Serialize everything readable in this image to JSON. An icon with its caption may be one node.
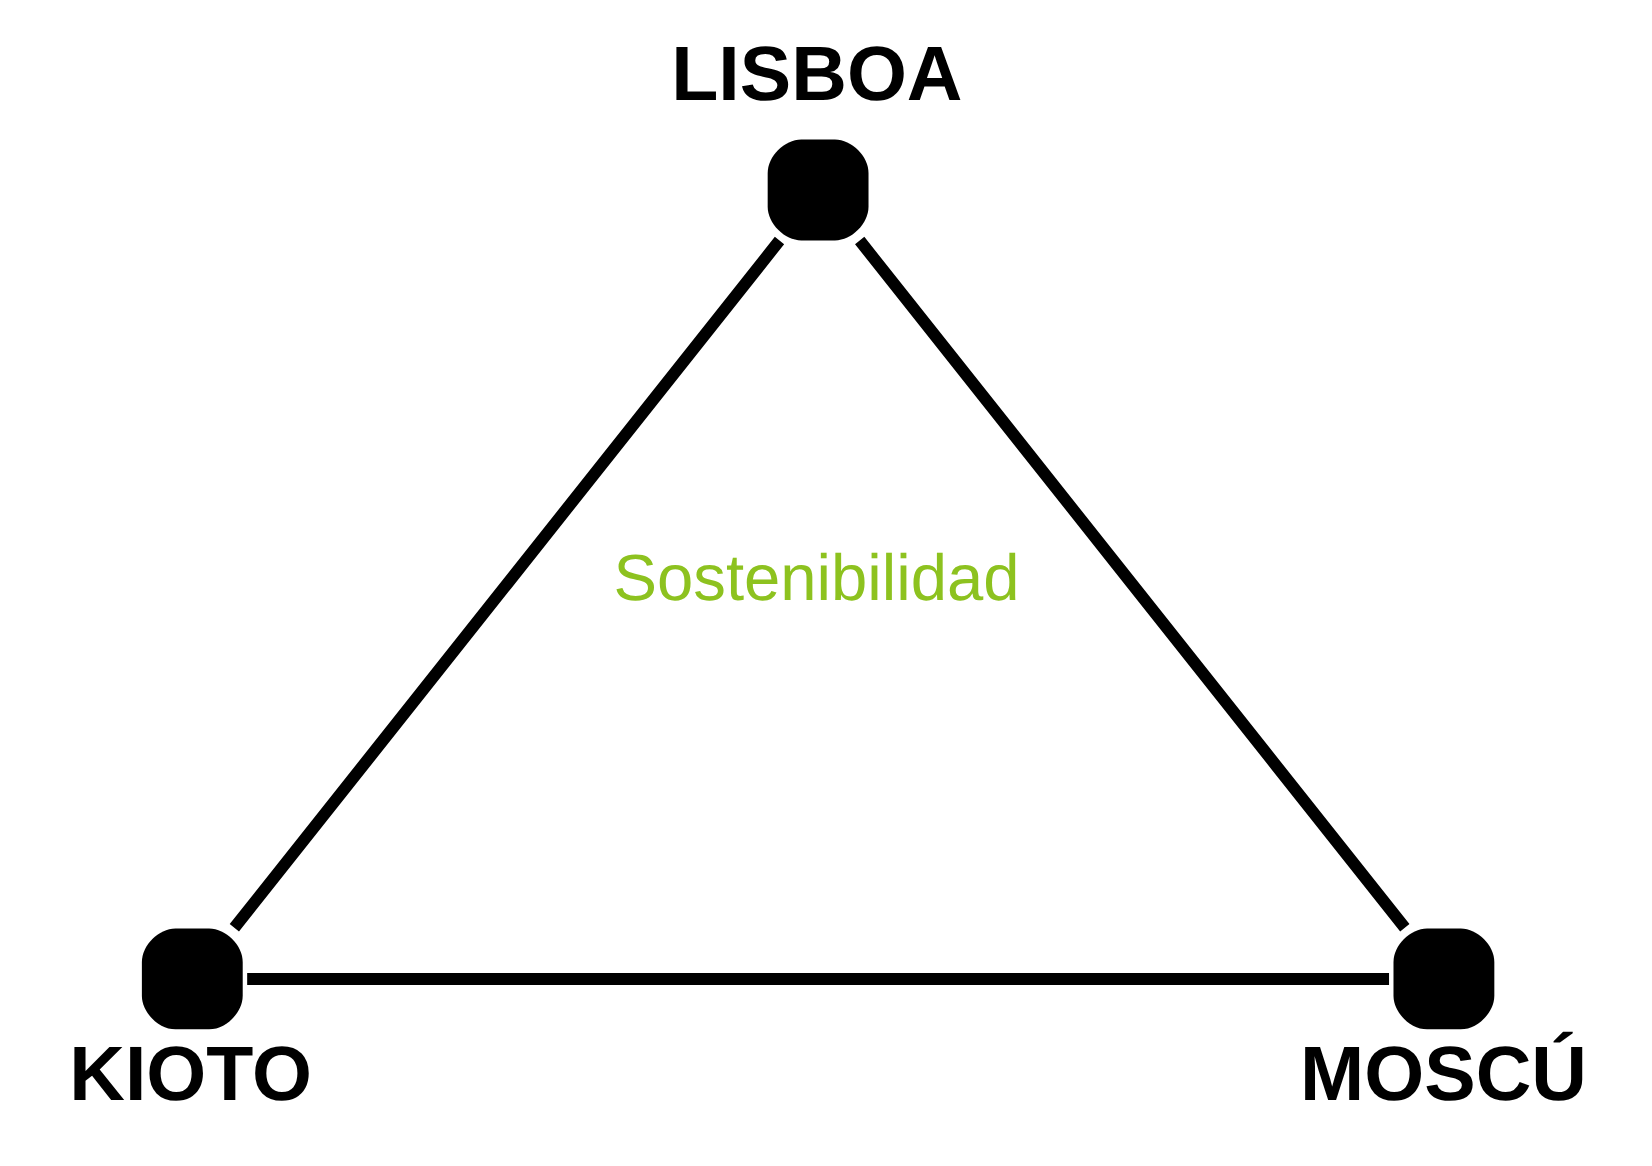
{
  "diagram": {
    "nodes": [
      {
        "text": [
          "LISBOA"
        ]
      },
      {
        "text": [
          "KIOTO"
        ]
      },
      {
        "text": [
          "MOSCÚ"
        ]
      }
    ],
    "edges": [
      {
        "from": 0,
        "to": 1,
        "arrow": "none"
      },
      {
        "from": 1,
        "to": 2,
        "arrow": "none"
      },
      {
        "from": 2,
        "to": 0,
        "arrow": "none"
      }
    ],
    "labels": [
      "Sostenibilidad"
    ]
  }
}
